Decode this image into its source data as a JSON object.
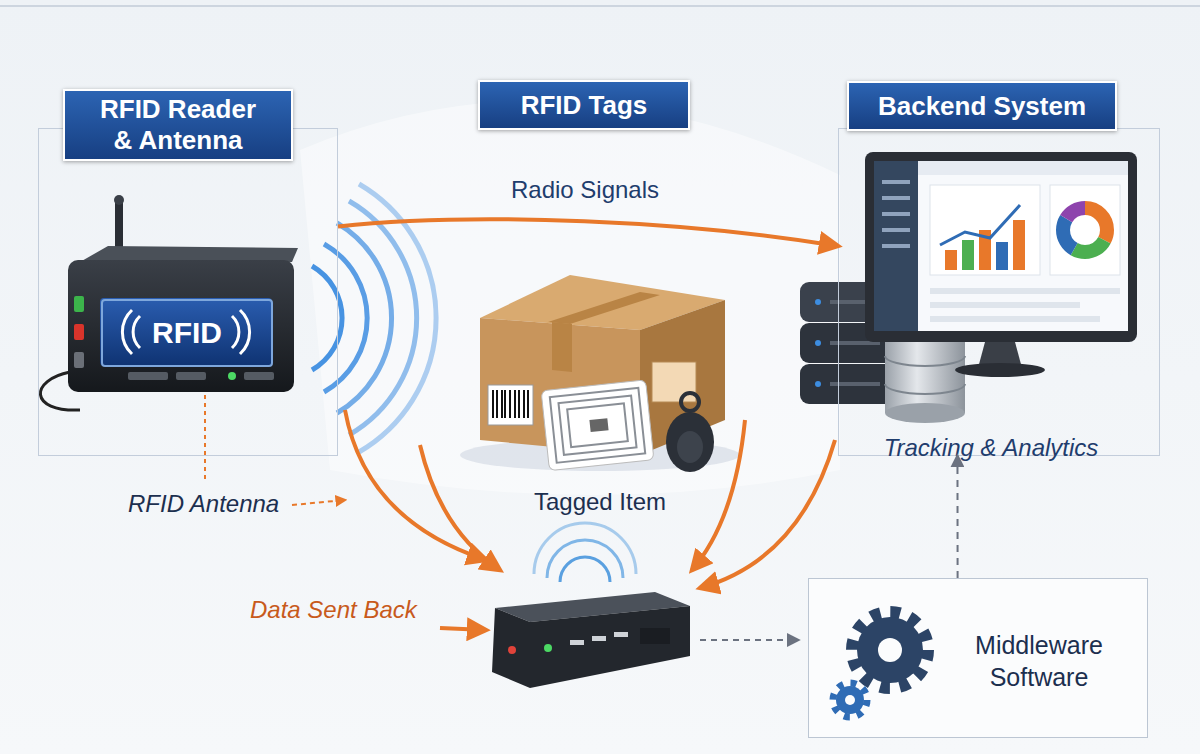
{
  "diagram": {
    "nodes": [
      {
        "text": [
          "RFID Reader & Antenna"
        ]
      },
      {
        "text": [
          "RFID"
        ],
        "in": 0
      },
      {
        "text": [
          "RFID Tags"
        ]
      },
      {
        "text": [
          "Backend System",
          "Tracking & Analytics"
        ]
      },
      {
        "text": [
          "Middleware Software"
        ]
      }
    ],
    "edges": [
      {
        "from": 0,
        "to": 3,
        "label": "Radio Signals",
        "arrow": "to"
      },
      {
        "from": 4,
        "to": 3,
        "arrow": "to"
      }
    ],
    "labels": [
      "Tagged Item",
      "RFID Antenna",
      "Data Sent Back"
    ]
  }
}
